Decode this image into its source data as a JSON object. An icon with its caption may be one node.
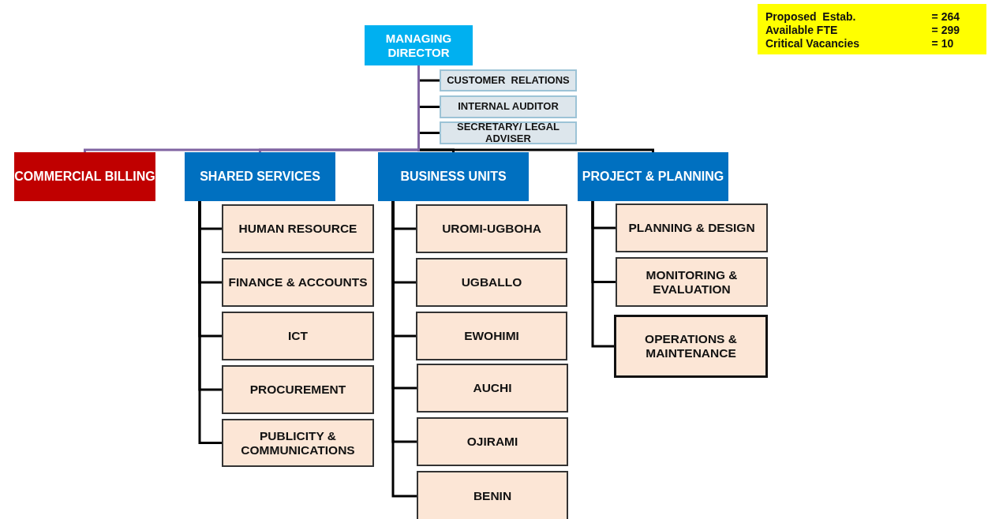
{
  "diagram": {
    "nodes": [
      {
        "text": [
          "MANAGING DIRECTOR"
        ]
      },
      {
        "text": [
          "CUSTOMER  RELATIONS"
        ]
      },
      {
        "text": [
          "INTERNAL AUDITOR"
        ]
      },
      {
        "text": [
          "SECRETARY/ LEGAL ADVISER"
        ]
      },
      {
        "text": [
          "COMMERCIAL BILLING"
        ]
      },
      {
        "text": [
          "SHARED SERVICES"
        ]
      },
      {
        "text": [
          "BUSINESS UNITS"
        ]
      },
      {
        "text": [
          "PROJECT & PLANNING"
        ]
      },
      {
        "text": [
          "HUMAN RESOURCE"
        ]
      },
      {
        "text": [
          "FINANCE & ACCOUNTS"
        ]
      },
      {
        "text": [
          "ICT"
        ]
      },
      {
        "text": [
          "PROCUREMENT"
        ]
      },
      {
        "text": [
          "PUBLICITY & COMMUNICATIONS"
        ]
      },
      {
        "text": [
          "UROMI-UGBOHA"
        ]
      },
      {
        "text": [
          "UGBALLO"
        ]
      },
      {
        "text": [
          "EWOHIMI"
        ]
      },
      {
        "text": [
          "AUCHI"
        ]
      },
      {
        "text": [
          "OJIRAMI"
        ]
      },
      {
        "text": [
          "BENIN"
        ]
      },
      {
        "text": [
          "PLANNING & DESIGN"
        ]
      },
      {
        "text": [
          "MONITORING & EVALUATION"
        ]
      },
      {
        "text": [
          "OPERATIONS & MAINTENANCE"
        ]
      },
      {
        "text": [
          "Proposed  Estab.",
          "= 264",
          "Available FTE",
          "= 299",
          "Critical Vacancies",
          "= 10"
        ]
      }
    ],
    "edges": [
      {
        "from": 0,
        "to": 1,
        "arrow": "none"
      },
      {
        "from": 0,
        "to": 2,
        "arrow": "none"
      },
      {
        "from": 0,
        "to": 3,
        "arrow": "none"
      },
      {
        "from": 0,
        "to": 4,
        "arrow": "none",
        "color": "#8064a2"
      },
      {
        "from": 0,
        "to": 5,
        "arrow": "none",
        "color": "#8064a2"
      },
      {
        "from": 0,
        "to": 6,
        "arrow": "none"
      },
      {
        "from": 0,
        "to": 7,
        "arrow": "none"
      },
      {
        "from": 5,
        "to": 8,
        "arrow": "none"
      },
      {
        "from": 5,
        "to": 9,
        "arrow": "none"
      },
      {
        "from": 5,
        "to": 10,
        "arrow": "none"
      },
      {
        "from": 5,
        "to": 11,
        "arrow": "none"
      },
      {
        "from": 5,
        "to": 12,
        "arrow": "none"
      },
      {
        "from": 6,
        "to": 13,
        "arrow": "none"
      },
      {
        "from": 6,
        "to": 14,
        "arrow": "none"
      },
      {
        "from": 6,
        "to": 15,
        "arrow": "none"
      },
      {
        "from": 6,
        "to": 16,
        "arrow": "none"
      },
      {
        "from": 6,
        "to": 17,
        "arrow": "none"
      },
      {
        "from": 6,
        "to": 18,
        "arrow": "none"
      },
      {
        "from": 7,
        "to": 19,
        "arrow": "none"
      },
      {
        "from": 7,
        "to": 20,
        "arrow": "none"
      },
      {
        "from": 7,
        "to": 21,
        "arrow": "none"
      }
    ]
  }
}
